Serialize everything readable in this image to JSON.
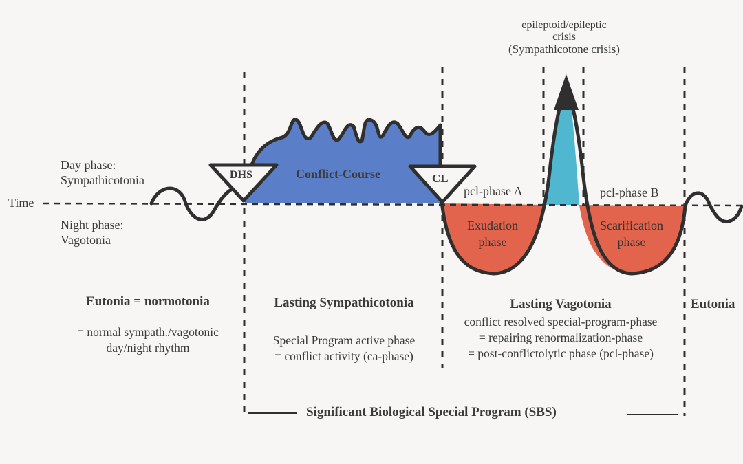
{
  "labels": {
    "day_phase_1": "Day phase:",
    "day_phase_2": "Sympathicotonia",
    "time": "Time",
    "night_phase_1": "Night phase:",
    "night_phase_2": "Vagotonia",
    "dhs": "DHS",
    "cl": "CL",
    "conflict_course": "Conflict-Course",
    "pcl_a": "pcl-phase A",
    "pcl_b": "pcl-phase B",
    "exudation_1": "Exudation",
    "exudation_2": "phase",
    "scarification_1": "Scarification",
    "scarification_2": "phase",
    "crisis_1": "epileptoid/epileptic",
    "crisis_2": "crisis",
    "crisis_3": "(Sympathicotone crisis)"
  },
  "sections": {
    "eutonia_title": "Eutonia = normotonia",
    "eutonia_desc_1": "= normal sympath./vagotonic",
    "eutonia_desc_2": "day/night rhythm",
    "symp_title": "Lasting Sympathicotonia",
    "symp_desc_1": "Special Program active phase",
    "symp_desc_2": "= conflict activity (ca-phase)",
    "vago_title": "Lasting Vagotonia",
    "vago_desc_1": "conflict resolved special-program-phase",
    "vago_desc_2": "= repairing renormalization-phase",
    "vago_desc_3": "= post-conflictolytic phase (pcl-phase)",
    "eutonia_right": "Eutonia"
  },
  "footer": {
    "sbs": "Significant Biological Special Program (SBS)"
  },
  "colors": {
    "conflict_fill": "#5a7ec8",
    "phase_fill": "#e2644c",
    "crisis_fill": "#4fb8d0",
    "line": "#2f2f2f"
  }
}
